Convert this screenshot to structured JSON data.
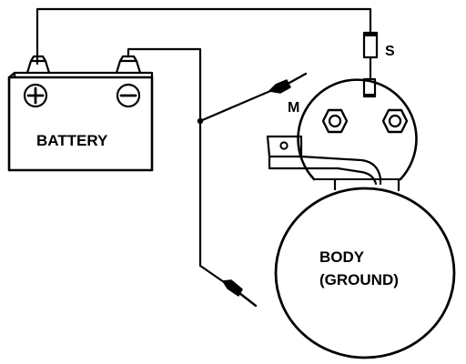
{
  "labels": {
    "battery": "BATTERY",
    "s_terminal": "S",
    "m_terminal": "M",
    "body_line1": "BODY",
    "body_line2": "(GROUND)"
  },
  "battery_terminals": {
    "positive_symbol": "+",
    "negative_symbol": "−"
  },
  "colors": {
    "line": "#000000",
    "background": "#ffffff"
  }
}
